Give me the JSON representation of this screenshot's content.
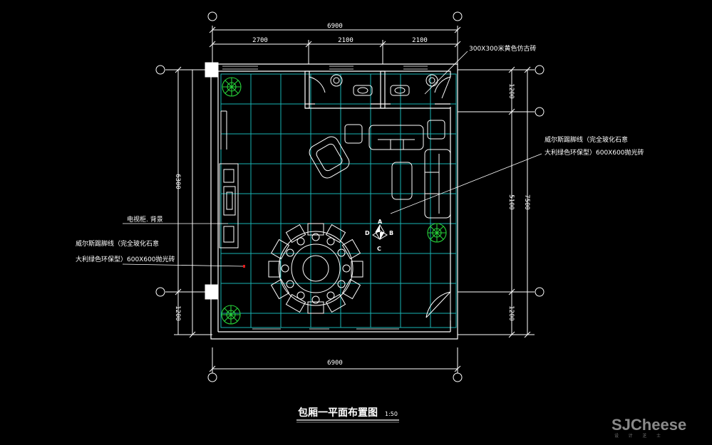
{
  "drawing": {
    "title": "包厢一平面布置图",
    "scale": "1:50",
    "colors": {
      "background": "#000000",
      "lines": "#ffffff",
      "grid": "#19b4b4",
      "plants": "#27d23a",
      "leader": "#ffffff"
    }
  },
  "dimensions": {
    "top_overall": "6900",
    "top_segments": [
      "2700",
      "2100",
      "2100"
    ],
    "bottom_overall": "6900",
    "left_segments": [
      "6300",
      "1200"
    ],
    "right_segments": [
      "1200",
      "5100",
      "1200"
    ],
    "right_overall": "7500"
  },
  "annotations": {
    "floor_tile_top": "300X300米黄色仿古砖",
    "skirting_right_line1": "威尔斯踢脚线（完全玻化石意",
    "skirting_right_line2": "大利绿色环保型）600X600抛光砖",
    "tv_cabinet": "电视柜. 背景",
    "skirting_left_line1": "威尔斯踢脚线（完全玻化石意",
    "skirting_left_line2": "大利绿色环保型）600X600抛光砖"
  },
  "compass": {
    "labels": [
      "A",
      "B",
      "C",
      "D"
    ]
  },
  "watermark": {
    "brand": "SJCheese",
    "sub": "设 计 芝 士"
  }
}
